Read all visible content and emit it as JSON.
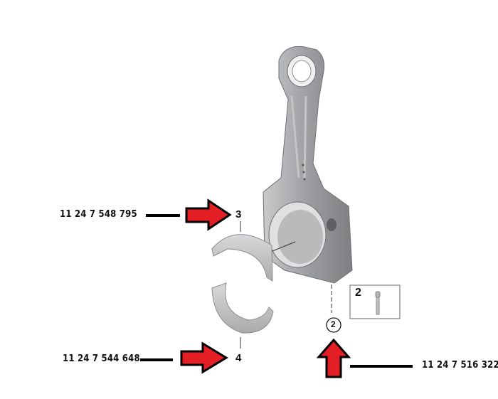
{
  "callouts": [
    {
      "index": "3",
      "part_number": "11 24 7 548 795",
      "item": "upper-bearing-shell"
    },
    {
      "index": "4",
      "part_number": "11 24 7 544 648",
      "item": "lower-bearing-shell"
    },
    {
      "index": "2",
      "part_number": "11 24 7 516 322",
      "item": "connecting-rod-bolt"
    }
  ],
  "inset": {
    "label": "2"
  },
  "colors": {
    "arrow": "#e31e24",
    "arrow_outline": "#000000",
    "part_gray": "#a9abad"
  }
}
